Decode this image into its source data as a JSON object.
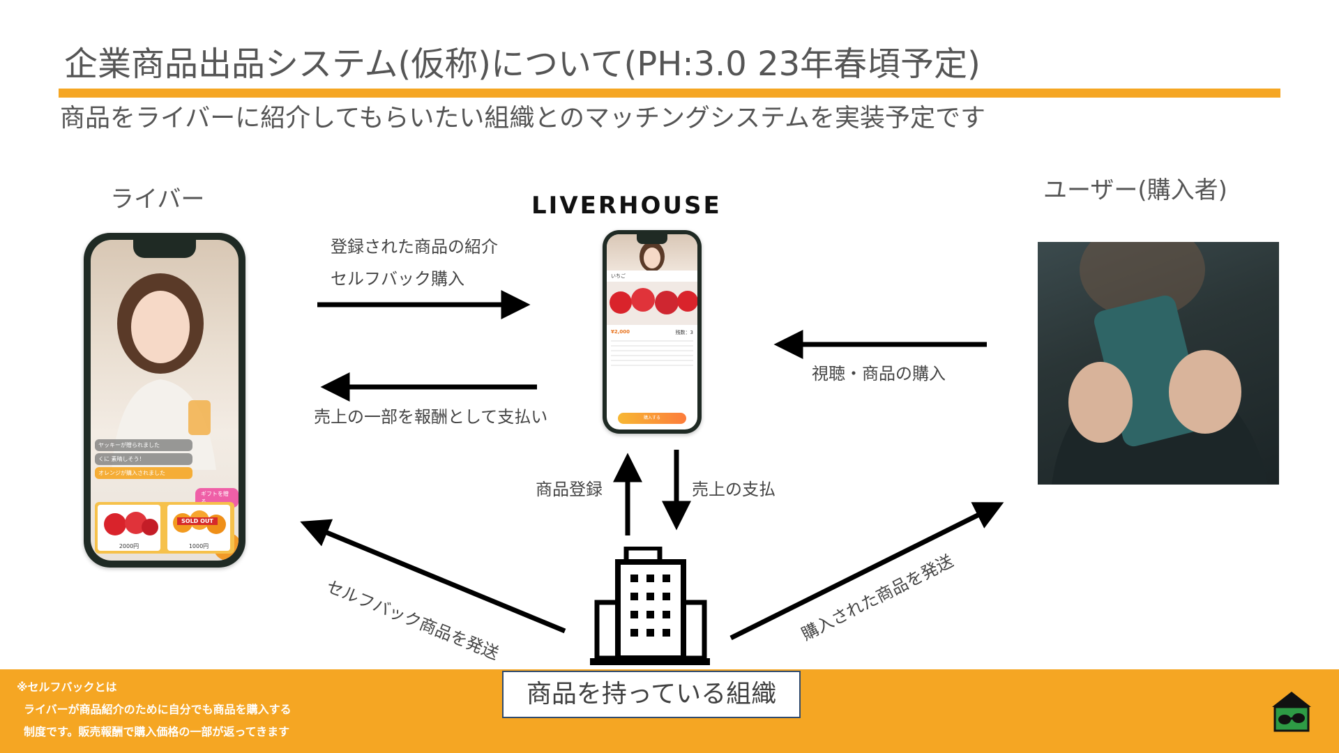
{
  "header": {
    "title": "企業商品出品システム(仮称)について(PH:3.0 23年春頃予定)",
    "subtitle": "商品をライバーに紹介してもらいたい組織とのマッチングシステムを実装予定です"
  },
  "roles": {
    "liver": "ライバー",
    "user": "ユーザー(購入者)",
    "organization": "商品を持っている組織"
  },
  "brand": {
    "logo_text": "LIVERHOUSE"
  },
  "arrows": {
    "liver_to_app_line1": "登録された商品の紹介",
    "liver_to_app_line2": "セルフバック購入",
    "app_to_liver": "売上の一部を報酬として支払い",
    "user_to_app": "視聴・商品の購入",
    "org_to_app": "商品登録",
    "app_to_org": "売上の支払",
    "org_to_liver": "セルフバック商品を発送",
    "org_to_user": "購入された商品を発送"
  },
  "liver_phone": {
    "chat_1": "ヤッキーが贈られました",
    "chat_2": "くに 素晴しそう！",
    "chat_3": "オレンジが購入されました",
    "gift_button": "ギフトを贈る",
    "sold_out": "SOLD OUT",
    "price_1": "2000円",
    "price_2": "1000円"
  },
  "app_phone": {
    "product_name": "いちご",
    "price": "¥2,000",
    "stock": "残数：3",
    "buy_button": "購入する"
  },
  "footer_note": {
    "line1": "※セルフバックとは",
    "line2": "ライバーが商品紹介のために自分でも商品を購入する",
    "line3": "制度です。販売報酬で購入価格の一部が返ってきます"
  },
  "colors": {
    "accent": "#f5a623",
    "box_border": "#2f4a6d",
    "arrow": "#000000"
  }
}
